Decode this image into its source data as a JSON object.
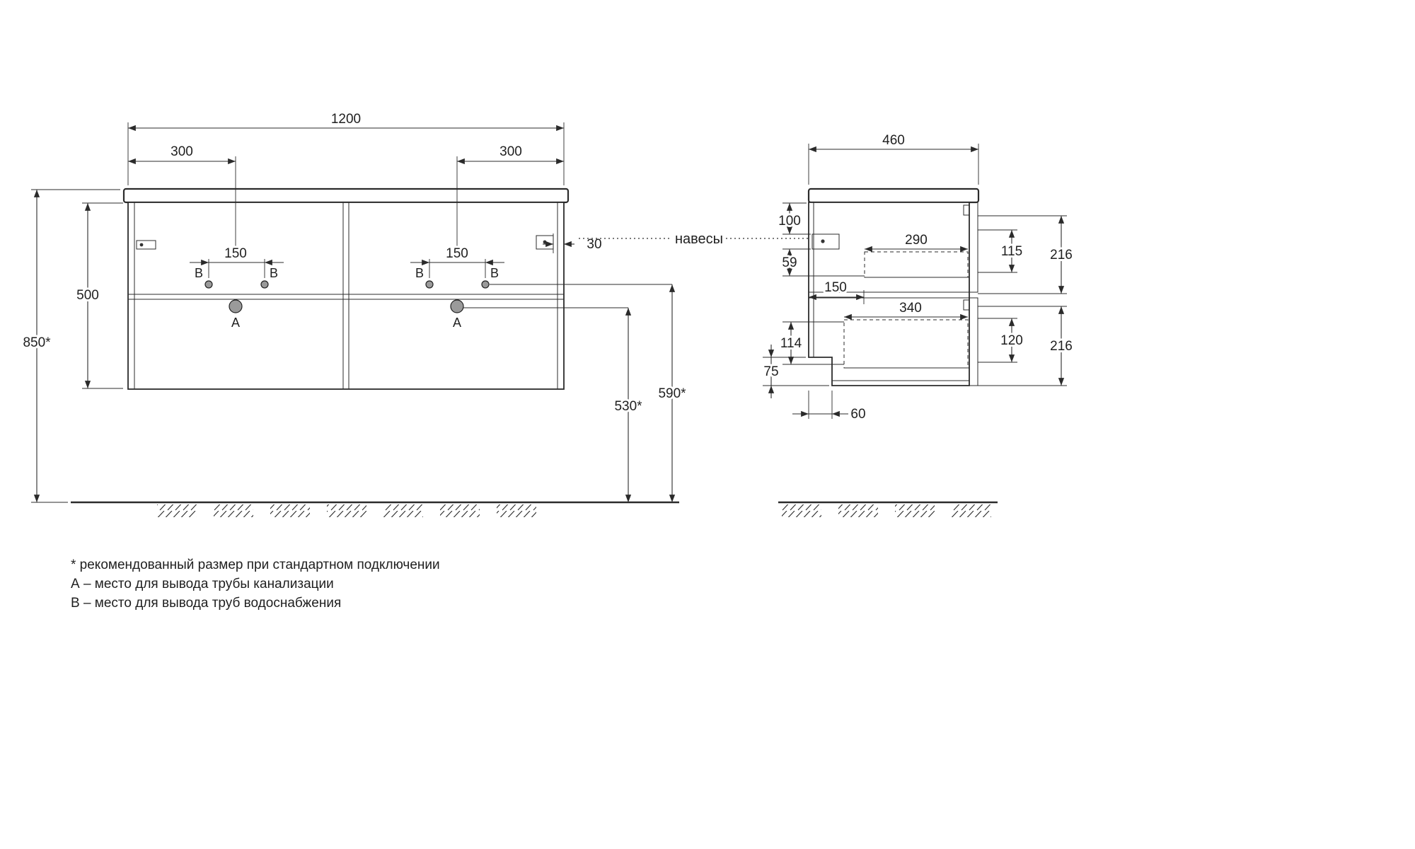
{
  "front_view": {
    "width": "1200",
    "left_offset": "300",
    "right_offset": "300",
    "left_supply_spacing": "150",
    "right_supply_spacing": "150",
    "height": "500",
    "mount_height": "850*",
    "hanger_inset": "30",
    "drain_outlet_height": "530*",
    "supply_outlet_height": "590*",
    "hanger_label": "навесы",
    "marker_a": "A",
    "marker_b": "B"
  },
  "side_view": {
    "depth": "460",
    "hanger_top_offset": "100",
    "hanger_height": "59",
    "upper_drawer_inner_height": "115",
    "upper_front_height": "216",
    "hanger_depth": "150",
    "upper_drawer_depth": "290",
    "lower_drawer_depth": "340",
    "lower_drawer_inner_height": "114",
    "lower_drawer_clearance": "120",
    "lower_front_height": "216",
    "recess_height": "75",
    "recess_depth": "60"
  },
  "legend": {
    "note_standard": "* рекомендованный размер при стандартном подключении",
    "note_a": "А – место для вывода трубы канализации",
    "note_b": "В – место для вывода труб водоснабжения"
  }
}
